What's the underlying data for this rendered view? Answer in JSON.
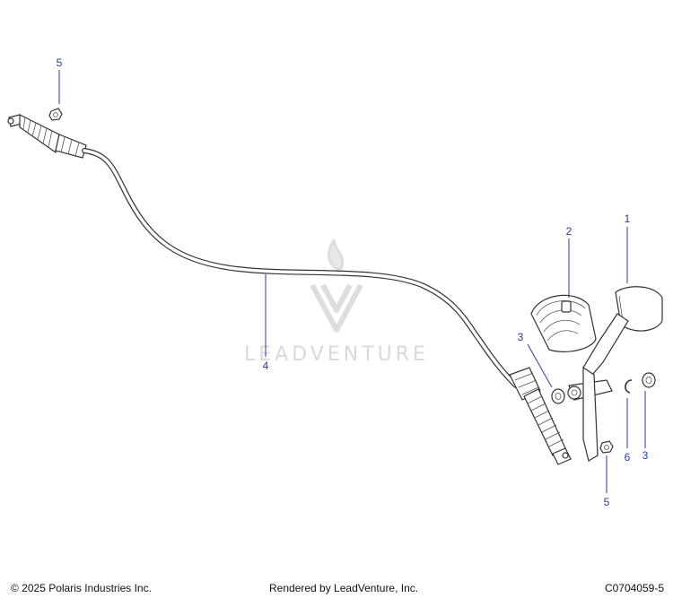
{
  "watermark": {
    "text": "LEADVENTURE"
  },
  "callouts": [
    {
      "id": "c-5-top",
      "label": "5"
    },
    {
      "id": "c-4",
      "label": "4"
    },
    {
      "id": "c-2",
      "label": "2"
    },
    {
      "id": "c-1",
      "label": "1"
    },
    {
      "id": "c-3-left",
      "label": "3"
    },
    {
      "id": "c-6",
      "label": "6"
    },
    {
      "id": "c-3-right",
      "label": "3"
    },
    {
      "id": "c-5-bottom",
      "label": "5"
    }
  ],
  "footer": {
    "copyright": "© 2025 Polaris Industries Inc.",
    "rendered_by": "Rendered by LeadVenture, Inc.",
    "diagram_code": "C0704059-5"
  }
}
